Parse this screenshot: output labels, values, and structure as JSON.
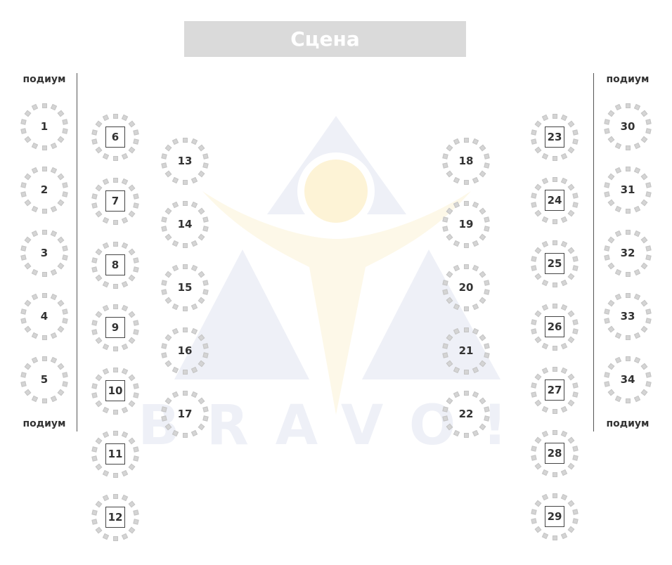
{
  "stage": {
    "label": "Сцена"
  },
  "podiums": [
    {
      "id": "top-left",
      "label": "подиум"
    },
    {
      "id": "bottom-left",
      "label": "подиум"
    },
    {
      "id": "top-right",
      "label": "подиум"
    },
    {
      "id": "bottom-right",
      "label": "подиум"
    }
  ],
  "watermark": {
    "text": "BRAVO!"
  },
  "colors": {
    "stage_bg": "#dadada",
    "seat": "#d4d4d4",
    "watermark_triangle": "#eef0f7",
    "watermark_figure": "#fdf8e8"
  },
  "tables": [
    {
      "number": "1",
      "shape": "round"
    },
    {
      "number": "2",
      "shape": "round"
    },
    {
      "number": "3",
      "shape": "round"
    },
    {
      "number": "4",
      "shape": "round"
    },
    {
      "number": "5",
      "shape": "round"
    },
    {
      "number": "6",
      "shape": "square"
    },
    {
      "number": "7",
      "shape": "square"
    },
    {
      "number": "8",
      "shape": "square"
    },
    {
      "number": "9",
      "shape": "square"
    },
    {
      "number": "10",
      "shape": "square"
    },
    {
      "number": "11",
      "shape": "square"
    },
    {
      "number": "12",
      "shape": "square"
    },
    {
      "number": "13",
      "shape": "round"
    },
    {
      "number": "14",
      "shape": "round"
    },
    {
      "number": "15",
      "shape": "round"
    },
    {
      "number": "16",
      "shape": "round"
    },
    {
      "number": "17",
      "shape": "round"
    },
    {
      "number": "18",
      "shape": "round"
    },
    {
      "number": "19",
      "shape": "round"
    },
    {
      "number": "20",
      "shape": "round"
    },
    {
      "number": "21",
      "shape": "round"
    },
    {
      "number": "22",
      "shape": "round"
    },
    {
      "number": "23",
      "shape": "square"
    },
    {
      "number": "24",
      "shape": "square"
    },
    {
      "number": "25",
      "shape": "square"
    },
    {
      "number": "26",
      "shape": "square"
    },
    {
      "number": "27",
      "shape": "square"
    },
    {
      "number": "28",
      "shape": "square"
    },
    {
      "number": "29",
      "shape": "square"
    },
    {
      "number": "30",
      "shape": "round"
    },
    {
      "number": "31",
      "shape": "round"
    },
    {
      "number": "32",
      "shape": "round"
    },
    {
      "number": "33",
      "shape": "round"
    },
    {
      "number": "34",
      "shape": "round"
    }
  ]
}
